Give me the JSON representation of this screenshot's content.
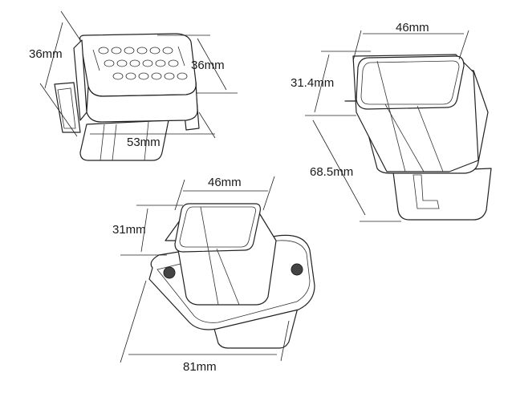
{
  "figure": {
    "description": "Three isometric line drawings of a multi-pin automotive connector housing with dimension callouts",
    "views": [
      {
        "id": "plug-view",
        "position": "top-left",
        "pin_rows": [
          6,
          6,
          6
        ],
        "dimensions": {
          "height": "36mm",
          "width": "36mm",
          "length": "53mm"
        }
      },
      {
        "id": "receptacle-view",
        "position": "top-right",
        "dimensions": {
          "width": "46mm",
          "depth": "31.4mm",
          "length": "68.5mm"
        }
      },
      {
        "id": "flange-receptacle-view",
        "position": "bottom-center",
        "dimensions": {
          "width": "46mm",
          "depth": "31mm",
          "flange_length": "81mm"
        }
      }
    ]
  },
  "colors": {
    "line": "#222222",
    "background": "#ffffff",
    "label": "#1a1a1a"
  }
}
